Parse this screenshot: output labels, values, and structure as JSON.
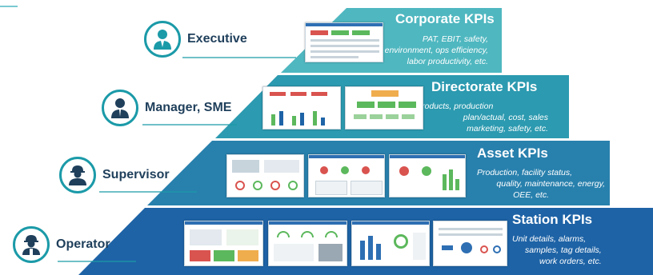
{
  "tiers": [
    {
      "title": "Corporate KPIs",
      "lines": [
        "PAT, EBIT, safety,",
        "environment, ops efficiency,",
        "labor productivity, etc."
      ],
      "role": "Executive",
      "icon": "executive-icon"
    },
    {
      "title": "Directorate KPIs",
      "lines": [
        "Products, production",
        "plan/actual, cost, sales",
        "marketing, safety,  etc."
      ],
      "role": "Manager, SME",
      "icon": "manager-icon"
    },
    {
      "title": "Asset KPIs",
      "lines": [
        "Production, facility status,",
        "quality, maintenance, energy,",
        "OEE, etc."
      ],
      "role": "Supervisor",
      "icon": "supervisor-icon"
    },
    {
      "title": "Station KPIs",
      "lines": [
        "Unit details, alarms,",
        "samples, tag details,",
        "work orders, etc."
      ],
      "role": "Operator",
      "icon": "operator-icon"
    }
  ],
  "colors": {
    "tier1": "#4fb7c0",
    "tier2": "#2c9ab0",
    "tier3": "#2880ad",
    "tier4": "#1e63a6",
    "accent": "#1b9aa8",
    "label": "#1f3f5b"
  }
}
